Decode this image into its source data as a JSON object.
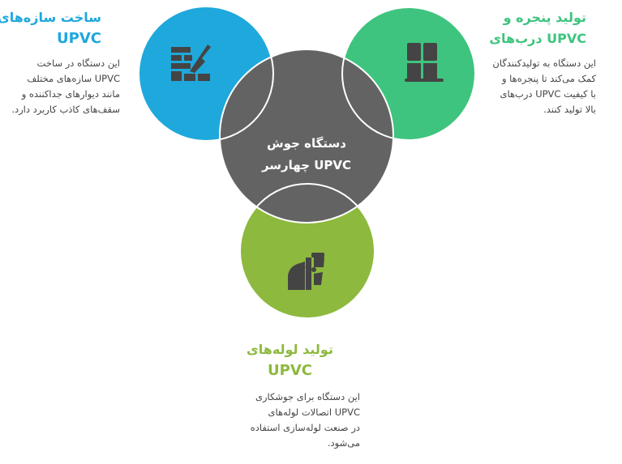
{
  "center": {
    "title_lines": [
      "دستگاه جوش",
      "UPVC چهارسر"
    ],
    "color": "#636363"
  },
  "sections": {
    "structures": {
      "title_lines": [
        "ساخت سازه‌های",
        "UPVC"
      ],
      "body_lines": [
        "این دستگاه در ساخت",
        "UPVC سازه‌های مختلف",
        "مانند دیوارهای جداکننده و",
        "سقف‌های کاذب کاربرد دارد."
      ],
      "color": "#1FA8DC",
      "icon": "brick-wall-trowel-icon"
    },
    "windows": {
      "title_lines": [
        "تولید پنجره و",
        "UPVC درب‌های"
      ],
      "body_lines": [
        "این دستگاه به تولیدکنندگان",
        "کمک می‌کند تا پنجره‌ها و",
        "با کیفیت UPVC درب‌های",
        "بالا تولید کنند."
      ],
      "color": "#3EC47E",
      "icon": "window-icon"
    },
    "pipes": {
      "title_lines": [
        "تولید لوله‌های",
        "UPVC"
      ],
      "body_lines": [
        "این دستگاه برای جوشکاری",
        "UPVC اتصالات لوله‌های",
        "در صنعت لوله‌سازی استفاده",
        "می‌شود."
      ],
      "color": "#8DB93E",
      "icon": "pipe-fitting-icon"
    }
  }
}
